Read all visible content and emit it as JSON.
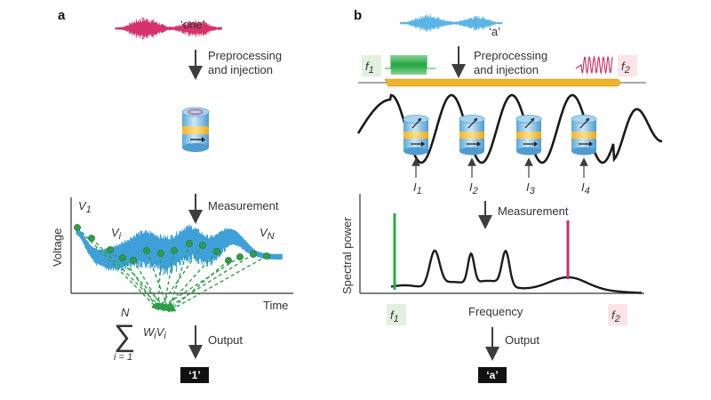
{
  "panel_a": {
    "label": "a",
    "word": "‘one’",
    "preprocessing": [
      "Preprocessing",
      "and injection"
    ],
    "measurement": "Measurement",
    "y_axis": "Voltage",
    "x_axis": "Time",
    "v1": "V",
    "v1_sub": "1",
    "vi": "V",
    "vi_sub": "i",
    "vn": "V",
    "vn_sub": "N",
    "sum_top": "N",
    "sum_bottom": "i = 1",
    "sum_term": [
      "W",
      "i",
      "V",
      "i"
    ],
    "output": "Output",
    "result": "‘1’"
  },
  "panel_b": {
    "label": "b",
    "word": "‘a’",
    "preprocessing": [
      "Preprocessing",
      "and injection"
    ],
    "f1": "f",
    "f1_sub": "1",
    "f2": "f",
    "f2_sub": "2",
    "currents": [
      {
        "main": "I",
        "sub": "1"
      },
      {
        "main": "I",
        "sub": "2"
      },
      {
        "main": "I",
        "sub": "3"
      },
      {
        "main": "I",
        "sub": "4"
      }
    ],
    "measurement": "Measurement",
    "y_axis": "Spectral power",
    "x_axis": "Frequency",
    "output": "Output",
    "result": "‘a’"
  },
  "colors": {
    "speech_one": "#d6336c",
    "speech_a": "#5bb4e6",
    "voltage": "#3fa0d9",
    "dots": "#2e9e46",
    "f1": "#2bab47",
    "f2": "#cc2c63",
    "strip": "#f0b429",
    "f1_bg": "#e2f1dd",
    "f2_bg": "#fbe3e9"
  }
}
